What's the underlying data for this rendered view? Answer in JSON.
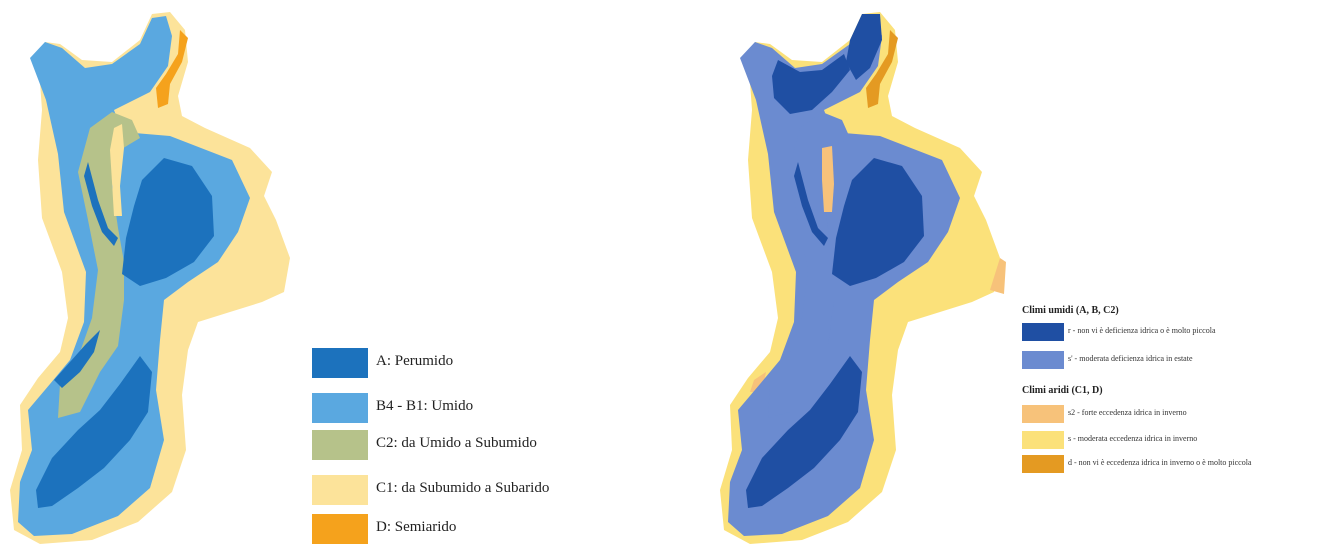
{
  "left_map": {
    "legend": [
      {
        "label": "A: Perumido",
        "color": "#1c72bd"
      },
      {
        "label": "B4 - B1: Umido",
        "color": "#5aa8e0"
      },
      {
        "label": "C2: da Umido a Subumido",
        "color": "#b6c28a"
      },
      {
        "label": "C1: da Subumido a Subarido",
        "color": "#fce39a"
      },
      {
        "label": "D: Semiarido",
        "color": "#f5a21c"
      }
    ]
  },
  "right_map": {
    "legend": {
      "group1_title": "Climi umidi (A, B, C2)",
      "group1_items": [
        {
          "label": "r - non vi è deficienza idrica o è molto piccola",
          "color": "#1f4fa3"
        },
        {
          "label": "s' - moderata deficienza idrica in estate",
          "color": "#6b8bd0"
        }
      ],
      "group2_title": "Climi aridi (C1, D)",
      "group2_items": [
        {
          "label": "s2 - forte eccedenza idrica in inverno",
          "color": "#f7c27a"
        },
        {
          "label": "s - moderata eccedenza idrica in inverno",
          "color": "#fbe17a"
        },
        {
          "label": "d - non vi è eccedenza idrica in inverno o è molto piccola",
          "color": "#e49a22"
        }
      ]
    }
  }
}
